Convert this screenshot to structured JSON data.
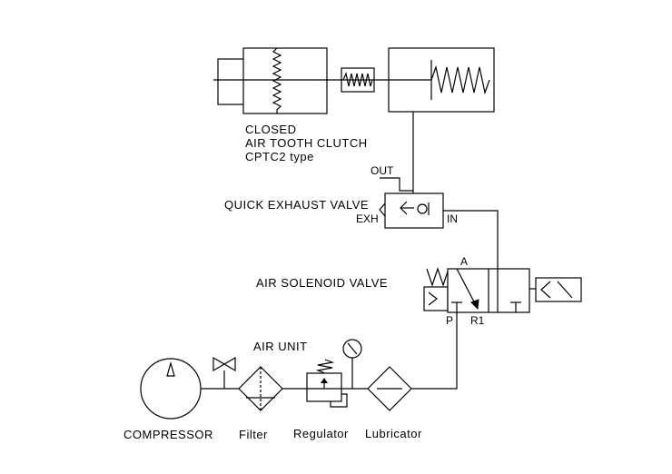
{
  "labels": {
    "clutch_line1": "CLOSED",
    "clutch_line2": "AIR TOOTH CLUTCH",
    "clutch_line3": "CPTC2 type",
    "out": "OUT",
    "quick_exhaust_valve": "QUICK EXHAUST VALVE",
    "exh": "EXH",
    "in": "IN",
    "air_solenoid_valve": "AIR SOLENOID VALVE",
    "port_a": "A",
    "port_p": "P",
    "port_r1": "R1",
    "air_unit": "AIR UNIT",
    "compressor": "COMPRESSOR",
    "filter": "Filter",
    "regulator": "Regulator",
    "lubricator": "Lubricator"
  }
}
